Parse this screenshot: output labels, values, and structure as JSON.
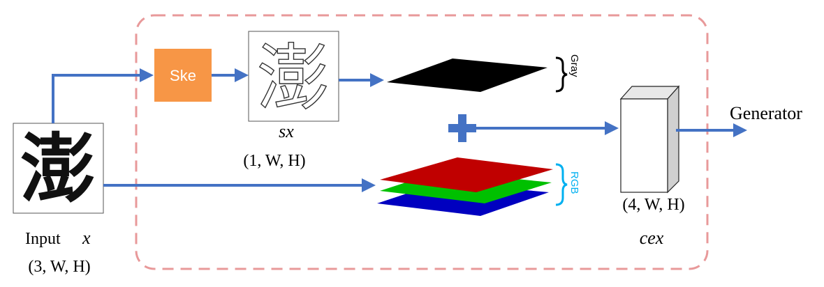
{
  "input": {
    "glyph": "澎",
    "label": "Input",
    "var": "x",
    "shape": "(3, W, H)"
  },
  "ske_block": {
    "label": "Ske",
    "color": "#f79646"
  },
  "skeleton": {
    "glyph": "澎",
    "var": "sx",
    "shape": "(1, W, H)"
  },
  "gray_bracket": {
    "label": "Gray"
  },
  "rgb_bracket": {
    "label": "RGB",
    "color": "#00b0f0"
  },
  "output": {
    "shape": "(4, W, H)",
    "var": "cex",
    "target": "Generator"
  },
  "colors": {
    "arrow": "#4472c4",
    "dashed_border": "#e8999a",
    "gray_plane": "#000000",
    "red_plane": "#c00000",
    "green_plane": "#00c000",
    "blue_plane": "#0000c0"
  },
  "icons": {
    "plus": "plus-icon"
  }
}
